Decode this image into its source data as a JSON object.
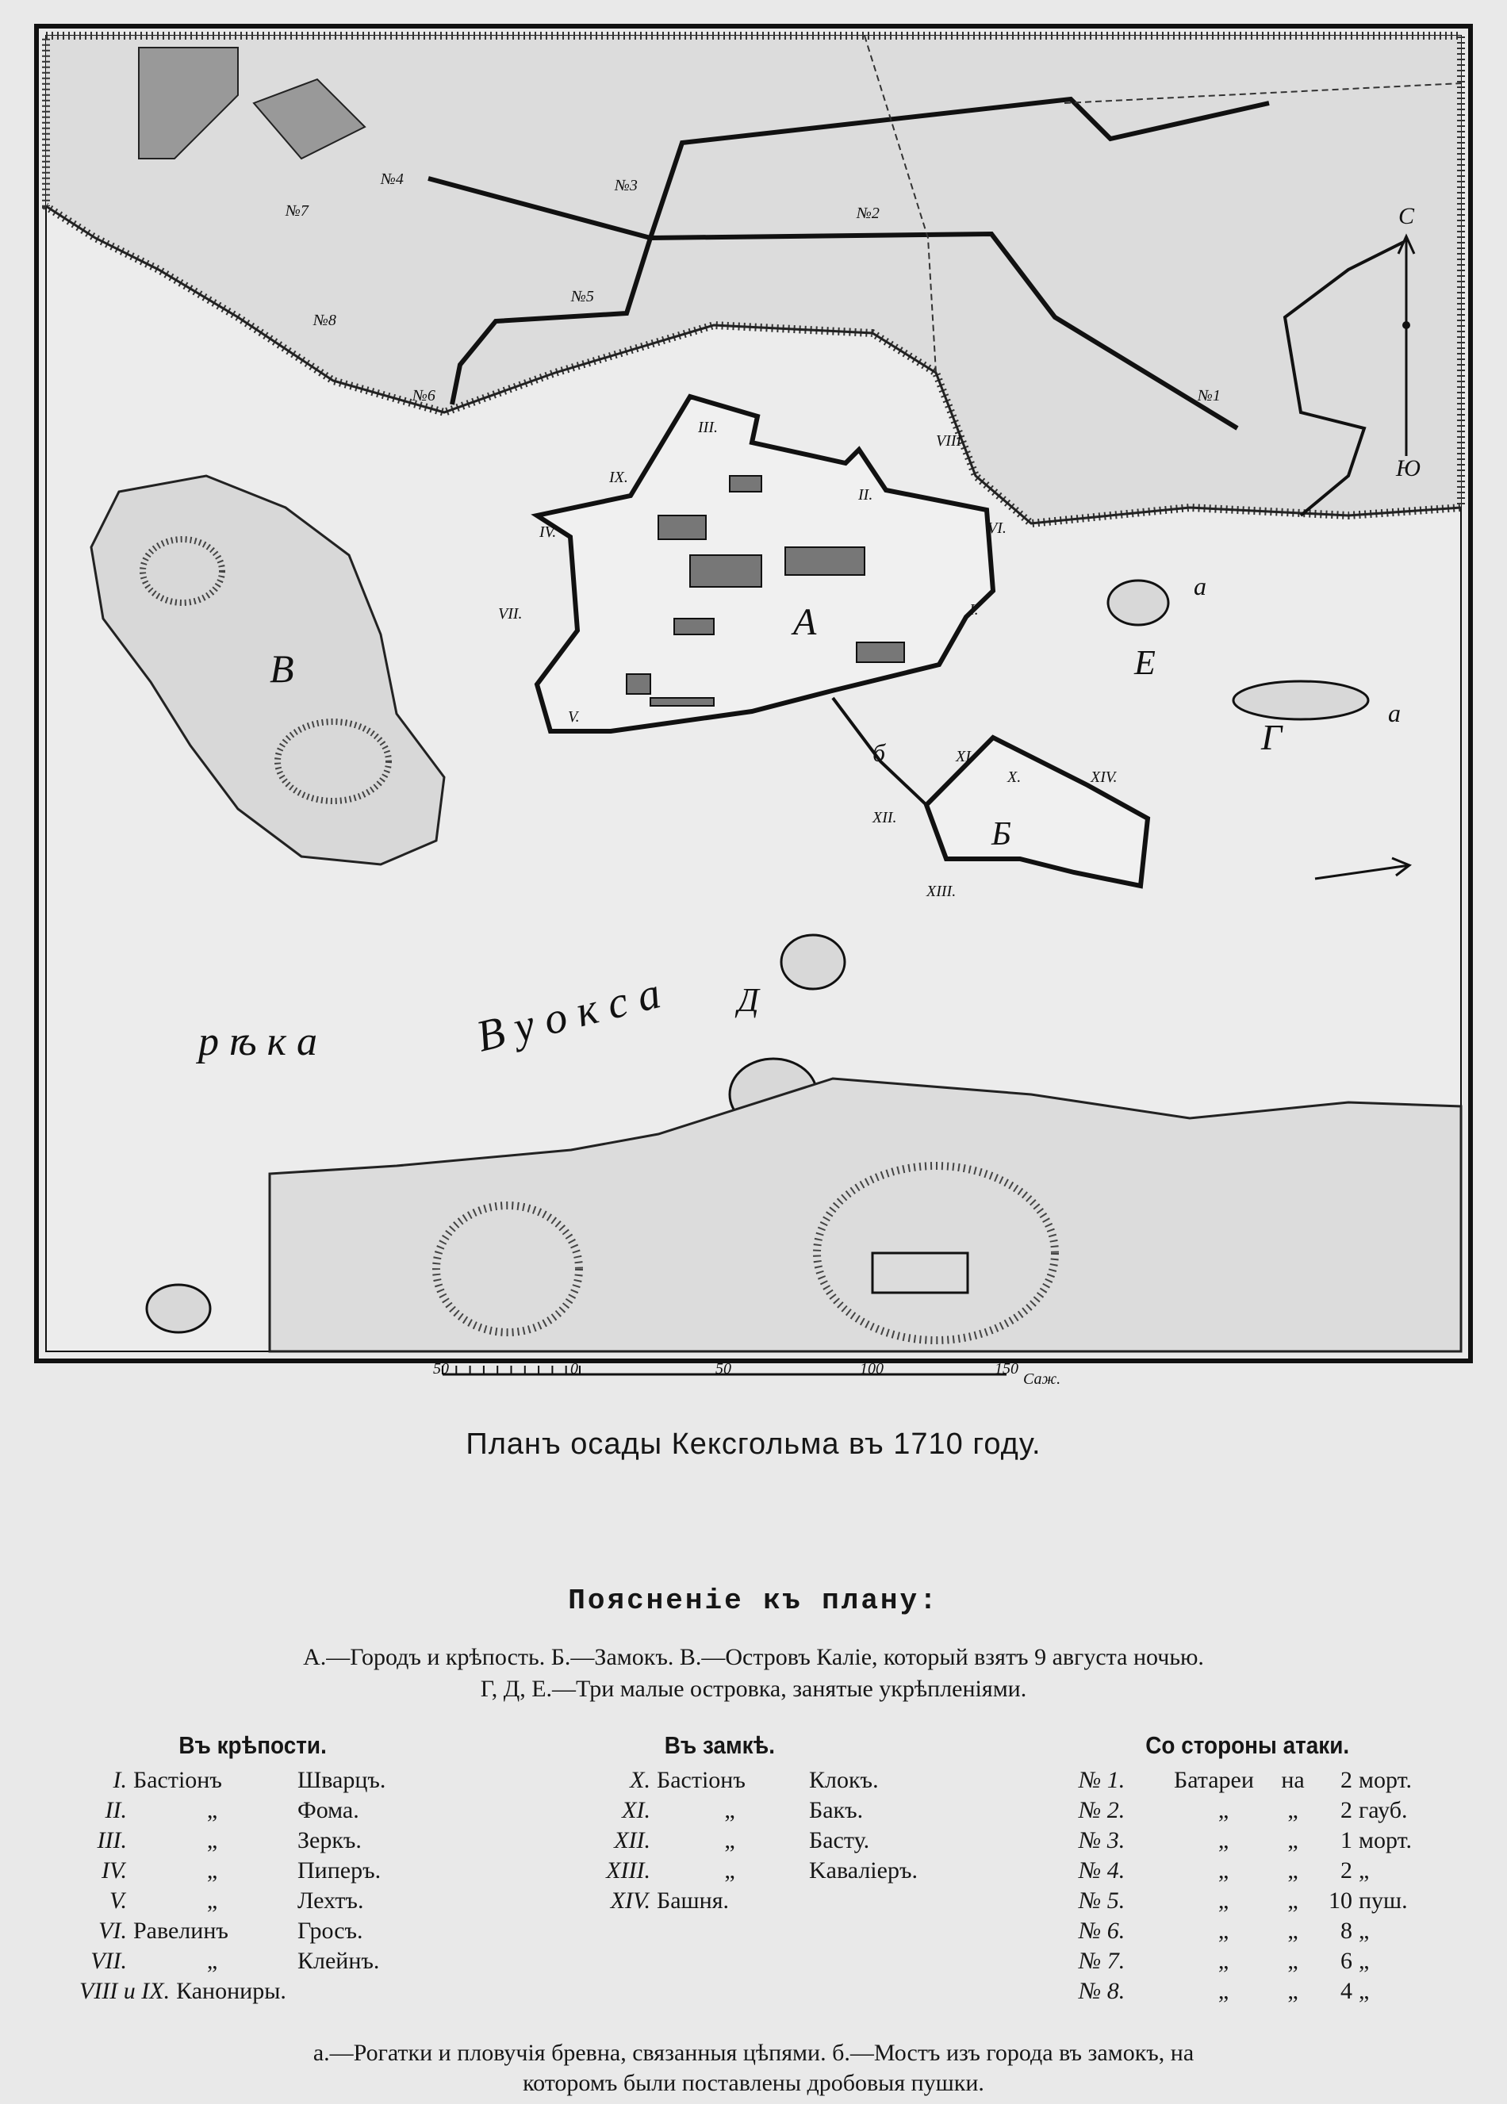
{
  "map": {
    "labels": {
      "A": "А",
      "B": "Б",
      "V": "В",
      "G": "Г",
      "D": "Д",
      "E": "Е",
      "a1": "а",
      "a2": "а",
      "b": "б"
    },
    "river": {
      "word1": "р ѣ к а",
      "word2": "В у о к с а"
    },
    "batteries": [
      "№1",
      "№2",
      "№3",
      "№4",
      "№5",
      "№6",
      "№7",
      "№8"
    ],
    "bastions": [
      "I.",
      "II.",
      "III.",
      "IV.",
      "V.",
      "VI.",
      "VII.",
      "VIII",
      "IX.",
      "X.",
      "XI.",
      "XII.",
      "XIII.",
      "XIV."
    ],
    "compass": {
      "north": "С",
      "south": "Ю"
    },
    "scale": {
      "ticks": [
        "50",
        "0",
        "50",
        "100",
        "150"
      ],
      "unit": "Саж."
    }
  },
  "caption": "Планъ осады Кексгольма въ 1710 году.",
  "legend": {
    "title": "Поясненіе къ плану:",
    "line1": "А.—Городъ и крѣпость. Б.—Замокъ. В.—Островъ Каліе, который взятъ 9 августа ночью.",
    "line2": "Г, Д, Е.—Три малые островка, занятые укрѣпленіями.",
    "fortress": {
      "heading": "Въ крѣпости.",
      "rows": [
        {
          "num": "I.",
          "type": "Бастіонъ",
          "name": "Шварцъ."
        },
        {
          "num": "II.",
          "type": "„",
          "name": "Фома."
        },
        {
          "num": "III.",
          "type": "„",
          "name": "Зеркъ."
        },
        {
          "num": "IV.",
          "type": "„",
          "name": "Пиперъ."
        },
        {
          "num": "V.",
          "type": "„",
          "name": "Лехтъ."
        },
        {
          "num": "VI.",
          "type": "Равелинъ",
          "name": "Гросъ."
        },
        {
          "num": "VII.",
          "type": "„",
          "name": "Клейнъ."
        },
        {
          "num": "VIII и IX.",
          "type": "Канониры.",
          "name": ""
        }
      ]
    },
    "castle": {
      "heading": "Въ замкѣ.",
      "rows": [
        {
          "num": "X.",
          "type": "Бастіонъ",
          "name": "Клокъ."
        },
        {
          "num": "XI.",
          "type": "„",
          "name": "Бакъ."
        },
        {
          "num": "XII.",
          "type": "„",
          "name": "Басту."
        },
        {
          "num": "XIII.",
          "type": "„",
          "name": "Kаваліеръ."
        },
        {
          "num": "XIV.",
          "type": "Башня.",
          "name": ""
        }
      ]
    },
    "attack": {
      "heading": "Со стороны атаки.",
      "rows": [
        {
          "num": "№ 1.",
          "a": "Батареи",
          "b": "на",
          "count": "2",
          "unit": "морт."
        },
        {
          "num": "№ 2.",
          "a": "„",
          "b": "„",
          "count": "2",
          "unit": "гауб."
        },
        {
          "num": "№ 3.",
          "a": "„",
          "b": "„",
          "count": "1",
          "unit": "морт."
        },
        {
          "num": "№ 4.",
          "a": "„",
          "b": "„",
          "count": "2",
          "unit": "„"
        },
        {
          "num": "№ 5.",
          "a": "„",
          "b": "„",
          "count": "10",
          "unit": "пуш."
        },
        {
          "num": "№ 6.",
          "a": "„",
          "b": "„",
          "count": "8",
          "unit": "„"
        },
        {
          "num": "№ 7.",
          "a": "„",
          "b": "„",
          "count": "6",
          "unit": "„"
        },
        {
          "num": "№ 8.",
          "a": "„",
          "b": "„",
          "count": "4",
          "unit": "„"
        }
      ]
    },
    "footer1": "а.—Рогатки и пловучія бревна, связанныя цѣпями. б.—Мостъ изъ города въ замокъ, на",
    "footer2": "которомъ были поставлены дробовыя пушки."
  }
}
